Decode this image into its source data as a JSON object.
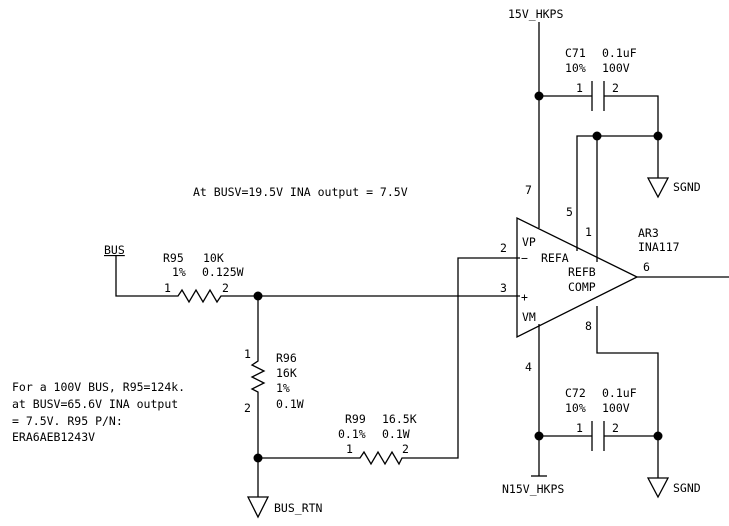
{
  "net_labels": {
    "top_rail": "15V_HKPS",
    "bottom_rail": "N15V_HKPS",
    "bus": "BUS",
    "bus_return": "BUS_RTN",
    "sgnd_top": "SGND",
    "sgnd_bottom": "SGND"
  },
  "notes": {
    "ina_output": "At BUSV=19.5V INA output = 7.5V",
    "for_100v": [
      "For a 100V BUS, R95=124k.",
      "at BUSV=65.6V INA output",
      "= 7.5V. R95 P/N:",
      "ERA6AEB1243V"
    ]
  },
  "components": {
    "r95": {
      "ref": "R95",
      "value": "10K",
      "tol": "1%",
      "power": "0.125W",
      "pin1": "1",
      "pin2": "2"
    },
    "r96": {
      "ref": "R96",
      "value": "16K",
      "tol": "1%",
      "power": "0.1W",
      "pin1": "1",
      "pin2": "2"
    },
    "r99": {
      "ref": "R99",
      "value": "16.5K",
      "tol": "0.1%",
      "power": "0.1W",
      "pin1": "1",
      "pin2": "2"
    },
    "c71": {
      "ref": "C71",
      "value": "0.1uF",
      "tol": "10%",
      "voltage": "100V",
      "pin1": "1",
      "pin2": "2"
    },
    "c72": {
      "ref": "C72",
      "value": "0.1uF",
      "tol": "10%",
      "voltage": "100V",
      "pin1": "1",
      "pin2": "2"
    },
    "ar3": {
      "ref": "AR3",
      "part": "INA117",
      "vp": "VP",
      "vm": "VM",
      "minus": "−",
      "plus": "+",
      "refa": "REFA",
      "refb": "REFB",
      "comp": "COMP",
      "pins": {
        "p2": "2",
        "p3": "3",
        "p7": "7",
        "p4": "4",
        "p5": "5",
        "p1": "1",
        "p8": "8",
        "p6": "6"
      }
    }
  }
}
